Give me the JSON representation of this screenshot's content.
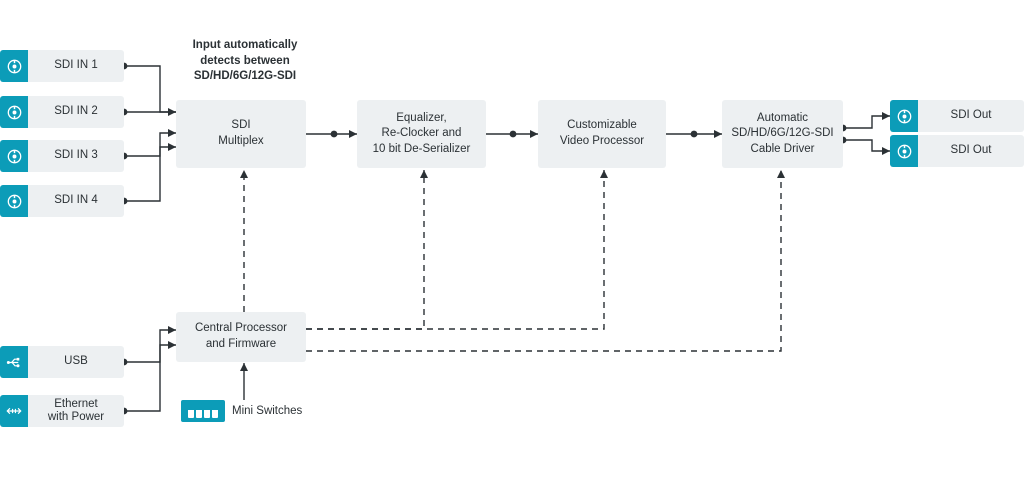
{
  "diagram": {
    "title": "SDI block diagram",
    "colors": {
      "accent": "#0c9cb8",
      "block_fill": "#edf0f2",
      "line": "#2b3135",
      "text": "#2b3135",
      "background": "#ffffff"
    },
    "note": {
      "line1": "Input automatically",
      "line2": "detects between",
      "line3": "SD/HD/6G/12G-SDI"
    },
    "inputs": [
      {
        "label": "SDI IN 1",
        "icon": "sdi-connector-icon"
      },
      {
        "label": "SDI IN 2",
        "icon": "sdi-connector-icon"
      },
      {
        "label": "SDI IN 3",
        "icon": "sdi-connector-icon"
      },
      {
        "label": "SDI IN 4",
        "icon": "sdi-connector-icon"
      },
      {
        "label": "USB",
        "icon": "usb-icon"
      },
      {
        "label_line1": "Ethernet",
        "label_line2": "with Power",
        "icon": "ethernet-icon"
      }
    ],
    "outputs": [
      {
        "label": "SDI Out",
        "icon": "sdi-connector-icon"
      },
      {
        "label": "SDI Out",
        "icon": "sdi-connector-icon"
      }
    ],
    "blocks": [
      {
        "id": "sdi-multiplex",
        "line1": "SDI",
        "line2": "Multiplex"
      },
      {
        "id": "equalizer",
        "line1": "Equalizer,",
        "line2": "Re-Clocker and",
        "line3": "10 bit De-Serializer"
      },
      {
        "id": "video-processor",
        "line1": "Customizable",
        "line2": "Video Processor"
      },
      {
        "id": "cable-driver",
        "line1": "Automatic",
        "line2": "SD/HD/6G/12G-SDI",
        "line3": "Cable Driver"
      },
      {
        "id": "central-processor",
        "line1": "Central Processor",
        "line2": "and Firmware"
      }
    ],
    "mini_switches": {
      "label": "Mini Switches"
    }
  }
}
